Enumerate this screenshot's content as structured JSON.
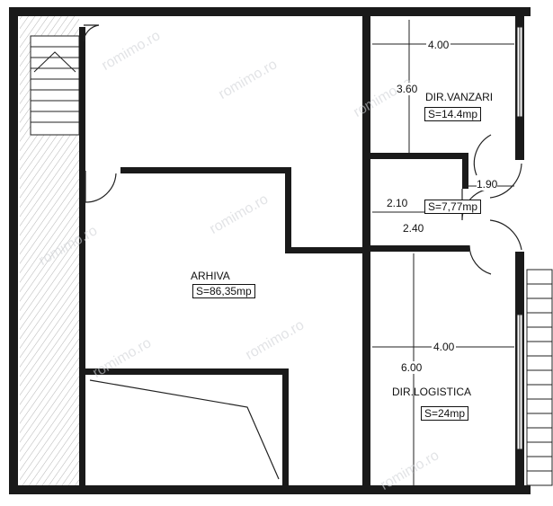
{
  "watermark": "romimo.ro",
  "rooms": {
    "arhiva": {
      "name": "ARHIVA",
      "area": "S=86,35mp"
    },
    "dir_vanzari": {
      "name": "DIR.VANZARI",
      "area": "S=14.4mp",
      "width": "4.00",
      "depth": "3.60"
    },
    "hall": {
      "area": "S=7,77mp",
      "dim_a": "1.90",
      "dim_b": "2.10",
      "dim_c": "2.40"
    },
    "dir_logistica": {
      "name": "DIR.LOGISTICA",
      "area": "S=24mp",
      "width": "4.00",
      "depth": "6.00"
    }
  },
  "colors": {
    "wall": "#1a1a1a",
    "hatch": "#555555",
    "paper": "#ffffff"
  }
}
